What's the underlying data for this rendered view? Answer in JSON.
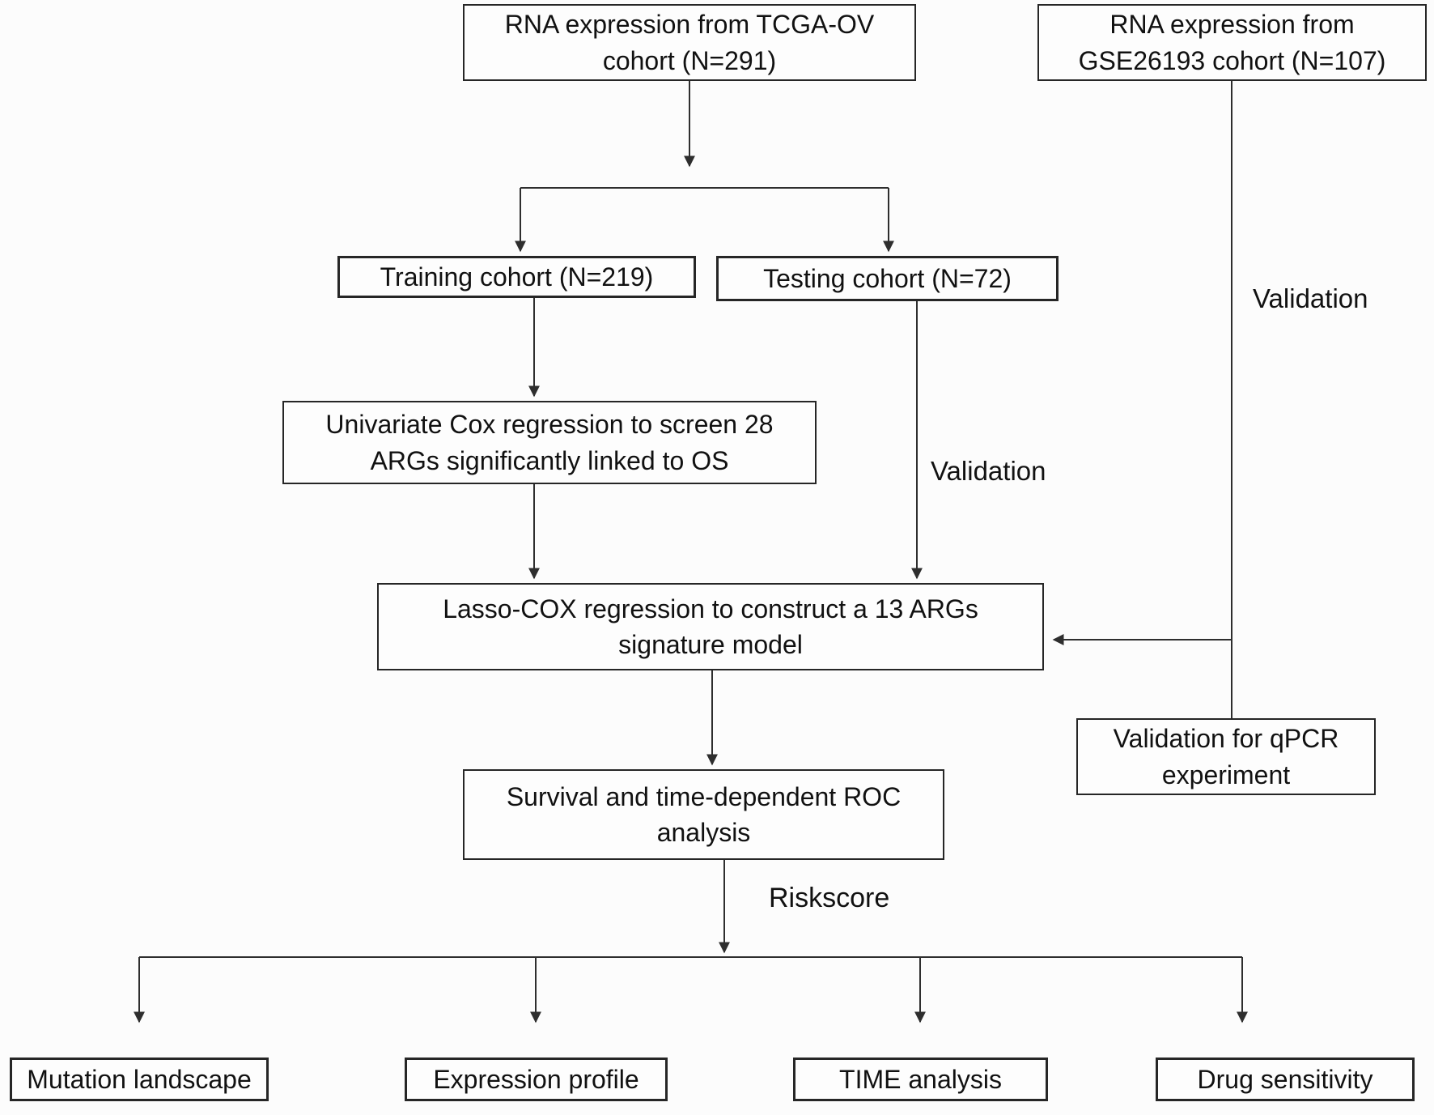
{
  "diagram": {
    "nodes": {
      "tcga": "RNA expression from TCGA-OV\ncohort (N=291)",
      "gse": "RNA expression from\nGSE26193 cohort (N=107)",
      "training": "Training cohort (N=219)",
      "testing": "Testing cohort (N=72)",
      "univariate": "Univariate Cox regression to screen 28\nARGs significantly linked to OS",
      "lasso": "Lasso-COX regression to construct a 13 ARGs\nsignature model",
      "survival": "Survival and time-dependent ROC\nanalysis",
      "qpcr": "Validation for qPCR\nexperiment",
      "mutation": "Mutation landscape",
      "expression": "Expression profile",
      "time": "TIME analysis",
      "drug": "Drug sensitivity"
    },
    "edge_labels": {
      "testing_validation": "Validation",
      "gse_validation": "Validation",
      "riskscore": "Riskscore"
    },
    "colors": {
      "background": "#fcfcfc",
      "box_border": "#262626",
      "box_fill": "#fdfdfd",
      "line": "#2e2e2e",
      "text": "#111111"
    }
  }
}
